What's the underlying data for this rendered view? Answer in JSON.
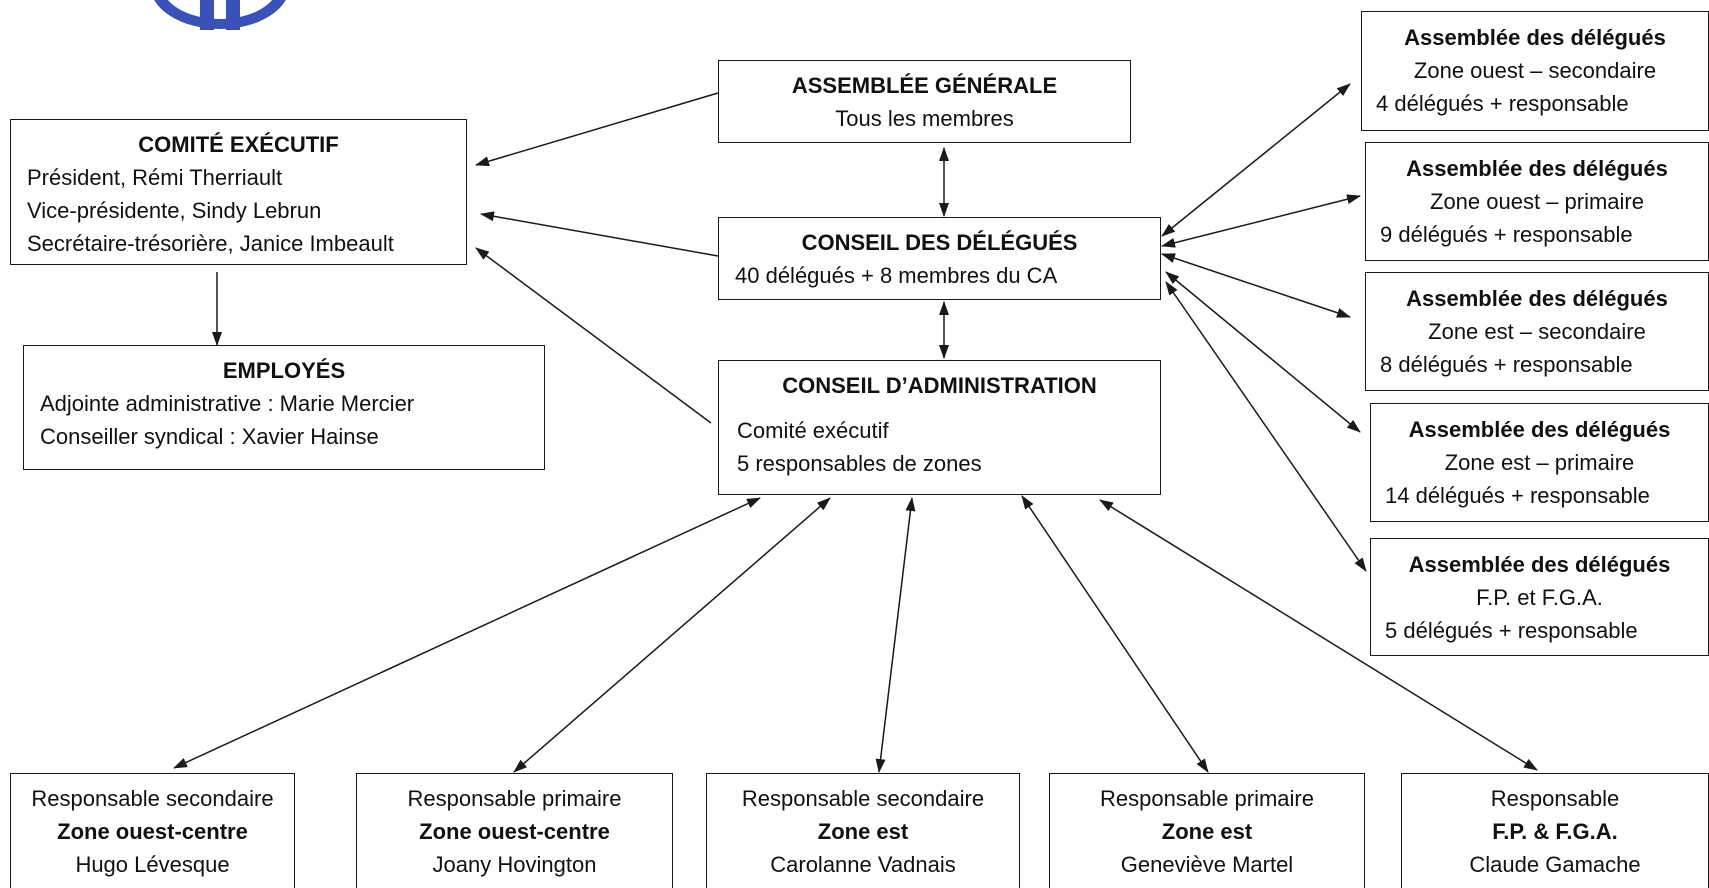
{
  "colors": {
    "border": "#1a1a1a",
    "arrow": "#1a1a1a",
    "logo": "#3a52b8"
  },
  "logo_icon": "union-logo-icon",
  "assemblee_generale": {
    "title": "ASSEMBLÉE GÉNÉRALE",
    "line1": "Tous les membres"
  },
  "conseil_delegues": {
    "title": "CONSEIL DES DÉLÉGUÉS",
    "line1": "40 délégués + 8 membres du CA"
  },
  "conseil_administration": {
    "title": "CONSEIL D’ADMINISTRATION",
    "line1": "Comité exécutif",
    "line2": "5 responsables de zones"
  },
  "comite_executif": {
    "title": "COMITÉ EXÉCUTIF",
    "lines": [
      "Président, Rémi Therriault",
      "Vice-présidente, Sindy Lebrun",
      "Secrétaire-trésorière, Janice Imbeault"
    ]
  },
  "employes": {
    "title": "EMPLOYÉS",
    "lines": [
      "Adjointe administrative : Marie Mercier",
      "Conseiller syndical : Xavier Hainse"
    ]
  },
  "assemblees_delegues": [
    {
      "title": "Assemblée des délégués",
      "zone": "Zone ouest – secondaire",
      "count": "4 délégués + responsable"
    },
    {
      "title": "Assemblée des délégués",
      "zone": "Zone ouest – primaire",
      "count": "9 délégués + responsable"
    },
    {
      "title": "Assemblée des délégués",
      "zone": "Zone est – secondaire",
      "count": "8 délégués + responsable"
    },
    {
      "title": "Assemblée des délégués",
      "zone": "Zone est – primaire",
      "count": "14 délégués + responsable"
    },
    {
      "title": "Assemblée des délégués",
      "zone": "F.P. et F.G.A.",
      "count": "5 délégués + responsable"
    }
  ],
  "responsables": [
    {
      "role": "Responsable secondaire",
      "zone": "Zone ouest-centre",
      "name": "Hugo Lévesque"
    },
    {
      "role": "Responsable primaire",
      "zone": "Zone ouest-centre",
      "name": "Joany Hovington"
    },
    {
      "role": "Responsable secondaire",
      "zone": "Zone est",
      "name": "Carolanne Vadnais"
    },
    {
      "role": "Responsable primaire",
      "zone": "Zone est",
      "name": "Geneviève Martel"
    },
    {
      "role": "Responsable",
      "zone": "F.P. & F.G.A.",
      "name": "Claude Gamache"
    }
  ]
}
